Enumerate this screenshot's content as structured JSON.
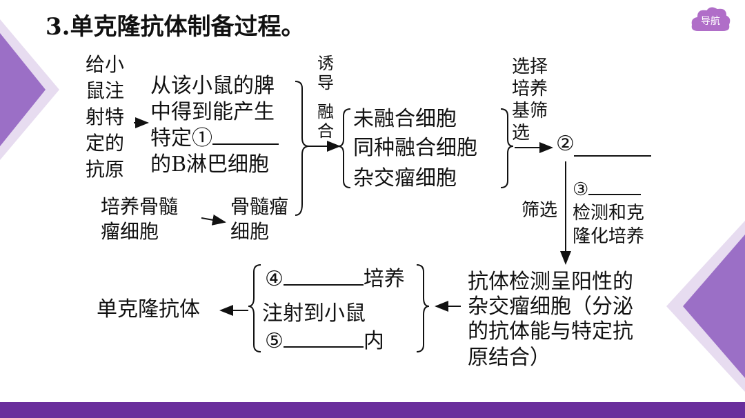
{
  "title": "3.单克隆抗体制备过程。",
  "nav": {
    "label": "导航"
  },
  "nodes": {
    "inject": [
      "给小",
      "鼠注",
      "射特",
      "定的",
      "抗原"
    ],
    "spleen": [
      "从该小鼠的脾",
      "中得到能产生",
      "特定①",
      "的B淋巴细胞"
    ],
    "culture_myeloma": [
      "培养骨髓",
      "瘤细胞"
    ],
    "myeloma": [
      "骨髓瘤",
      "细胞"
    ],
    "induce_fusion": [
      "诱",
      "导",
      "融",
      "合"
    ],
    "mixture": [
      "未融合细胞",
      "同种融合细胞",
      "杂交瘤细胞"
    ],
    "selection_medium": [
      "选择",
      "培养",
      "基筛",
      "选"
    ],
    "result2": "②",
    "screen_label": "筛选",
    "step3": [
      "③",
      "检测和克",
      "隆化培养"
    ],
    "positive": [
      "抗体检测呈阳性的",
      "杂交瘤细胞（分泌",
      "的抗体能与特定抗",
      "原结合）"
    ],
    "culture_options": {
      "item4": "④",
      "item4_suffix": "培养",
      "item_inject": "注射到小鼠",
      "item5": "⑤",
      "item5_suffix": "内"
    },
    "final": "单克隆抗体"
  }
}
